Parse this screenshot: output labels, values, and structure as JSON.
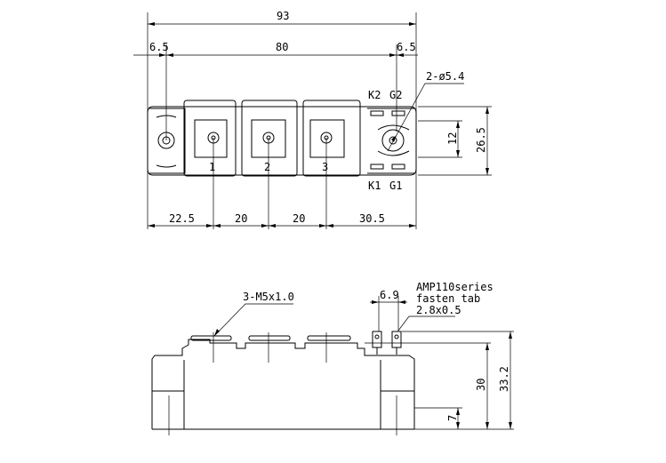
{
  "top_view": {
    "dims": {
      "overall_length": "93",
      "hole_pitch": "80",
      "edge_left": "6.5",
      "edge_right": "6.5",
      "holes": "2-ø5.4",
      "width": "26.5",
      "term_spacing": "12",
      "x1": "22.5",
      "x2": "20",
      "x3": "20",
      "x4": "30.5"
    },
    "terminal_labels": [
      "1",
      "2",
      "3"
    ],
    "gate_labels": {
      "k2": "K2",
      "g2": "G2",
      "k1": "K1",
      "g1": "G1"
    }
  },
  "side_view": {
    "dims": {
      "screw_spec": "3-M5x1.0",
      "tab_pitch": "6.9",
      "body_height": "30",
      "total_height": "33.2",
      "base_height": "7"
    },
    "tab_note": [
      "AMP110series",
      "fasten tab",
      "2.8x0.5"
    ]
  }
}
